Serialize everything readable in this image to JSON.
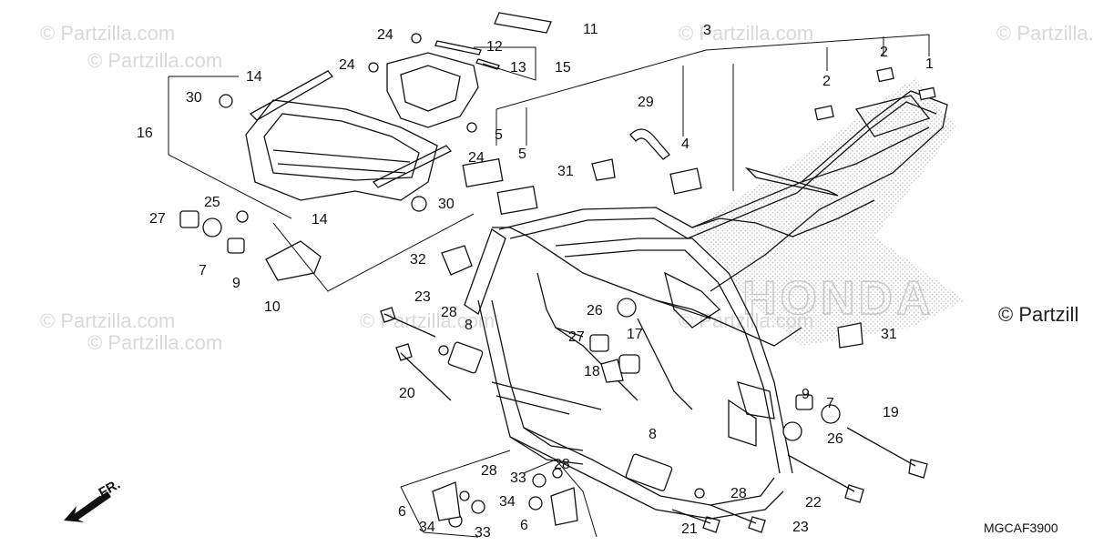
{
  "diagram": {
    "watermark_text": "© Partzilla.com",
    "copyright_text": "© Partzill",
    "diagram_code": "MGCAF3900",
    "direction_label": "FR.",
    "brand_text": "HONDA",
    "callouts": [
      "1",
      "2",
      "2",
      "3",
      "4",
      "5",
      "5",
      "6",
      "6",
      "7",
      "7",
      "8",
      "8",
      "9",
      "9",
      "10",
      "11",
      "12",
      "13",
      "14",
      "14",
      "15",
      "16",
      "17",
      "18",
      "19",
      "20",
      "21",
      "22",
      "23",
      "23",
      "24",
      "24",
      "24",
      "25",
      "26",
      "26",
      "27",
      "27",
      "28",
      "28",
      "28",
      "28",
      "29",
      "30",
      "30",
      "31",
      "31",
      "32",
      "33",
      "33",
      "34",
      "34"
    ]
  },
  "colors": {
    "line": "#111111",
    "watermark": "#d9d9d9",
    "stipple": "#bbbbbb"
  }
}
